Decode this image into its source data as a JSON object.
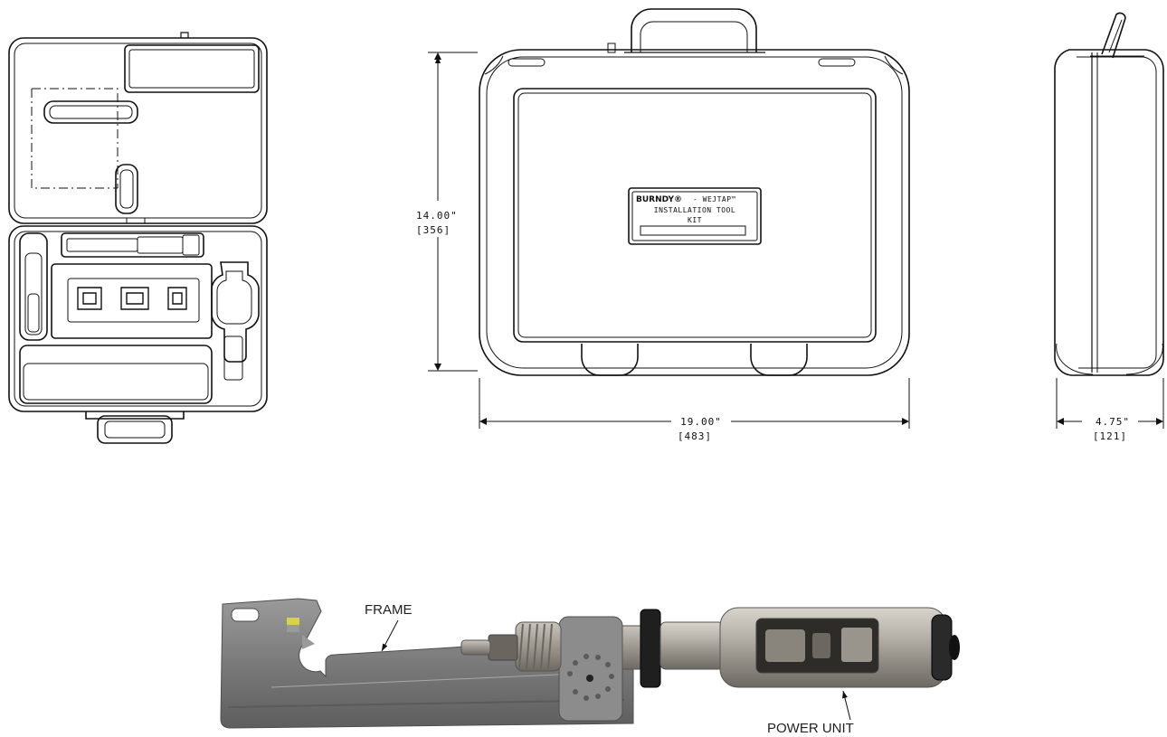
{
  "drawings": {
    "front_view": {
      "nameplate": {
        "brand": "BURNDY®",
        "product": "- WEJTAP™",
        "line2": "INSTALLATION TOOL",
        "line3": "KIT"
      },
      "height_dim": {
        "inches": "14.00\"",
        "mm": "[356]"
      },
      "width_dim": {
        "inches": "19.00\"",
        "mm": "[483]"
      }
    },
    "side_view": {
      "depth_dim": {
        "inches": "4.75\"",
        "mm": "[121]"
      }
    }
  },
  "photo": {
    "labels": {
      "frame": "FRAME",
      "power_unit": "POWER UNIT"
    }
  },
  "colors": {
    "line": "#111111",
    "frame_metal": "#8c8c8c",
    "power_unit_metal": "#a8a49c",
    "dark": "#222222"
  }
}
